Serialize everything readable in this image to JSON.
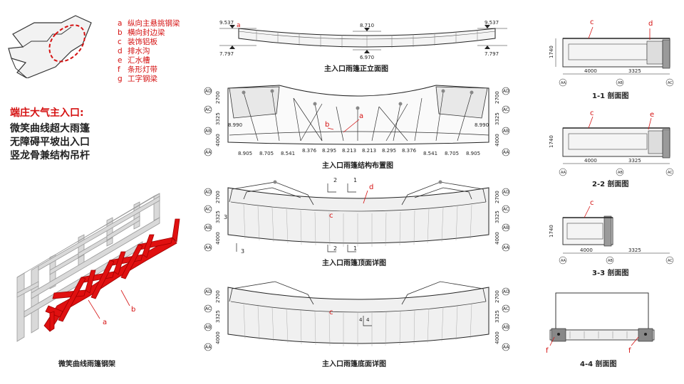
{
  "legend": [
    {
      "key": "a",
      "text": "纵向主悬挑钢梁"
    },
    {
      "key": "b",
      "text": "横向封边梁"
    },
    {
      "key": "c",
      "text": "装饰铝板"
    },
    {
      "key": "d",
      "text": "排水沟"
    },
    {
      "key": "e",
      "text": "汇水槽"
    },
    {
      "key": "f",
      "text": "条形灯带"
    },
    {
      "key": "g",
      "text": "工字钢梁"
    }
  ],
  "headline": "端庄大气主入口:",
  "features": [
    "微笑曲线超大雨篷",
    "无障碍平坡出入口",
    "竖龙骨兼结构吊杆"
  ],
  "captions": {
    "elevation": "主入口雨篷正立面图",
    "structure": "主入口雨篷结构布置图",
    "top": "主入口雨篷顶面详图",
    "bottom": "主入口雨篷底面详图",
    "steel": "微笑曲线雨篷钢架",
    "s11": "1-1 剖面图",
    "s22": "2-2 剖面图",
    "s33": "3-3 剖面图",
    "s44": "4-4 剖面图"
  },
  "elevation_levels": {
    "left_top": "9.537",
    "left_bot": "7.797",
    "mid_top": "8.710",
    "mid_bot": "6.970",
    "right_top": "9.537",
    "right_bot": "7.797"
  },
  "structure_levels": [
    "8.905",
    "8.705",
    "8.541",
    "8.376",
    "8.295",
    "8.213",
    "8.213",
    "8.295",
    "8.376",
    "8.541",
    "8.705",
    "8.905"
  ],
  "structure_side": {
    "left": "8.990",
    "right": "8.990"
  },
  "plan_dims": [
    "2700",
    "3325",
    "4000"
  ],
  "axis_labels": [
    "AD",
    "AC",
    "AB",
    "AA"
  ],
  "section_dims": {
    "h": "1740",
    "w1": "4000",
    "w2": "3325"
  },
  "section_marks": {
    "top_a": "2",
    "top_b": "1",
    "left": "3",
    "bottom_a": "2",
    "bottom_b": "1",
    "bottom_left": "3",
    "bottom_view": "4"
  },
  "tags": {
    "a": "a",
    "b": "b",
    "c": "c",
    "d": "d",
    "e": "e",
    "f": "f"
  }
}
